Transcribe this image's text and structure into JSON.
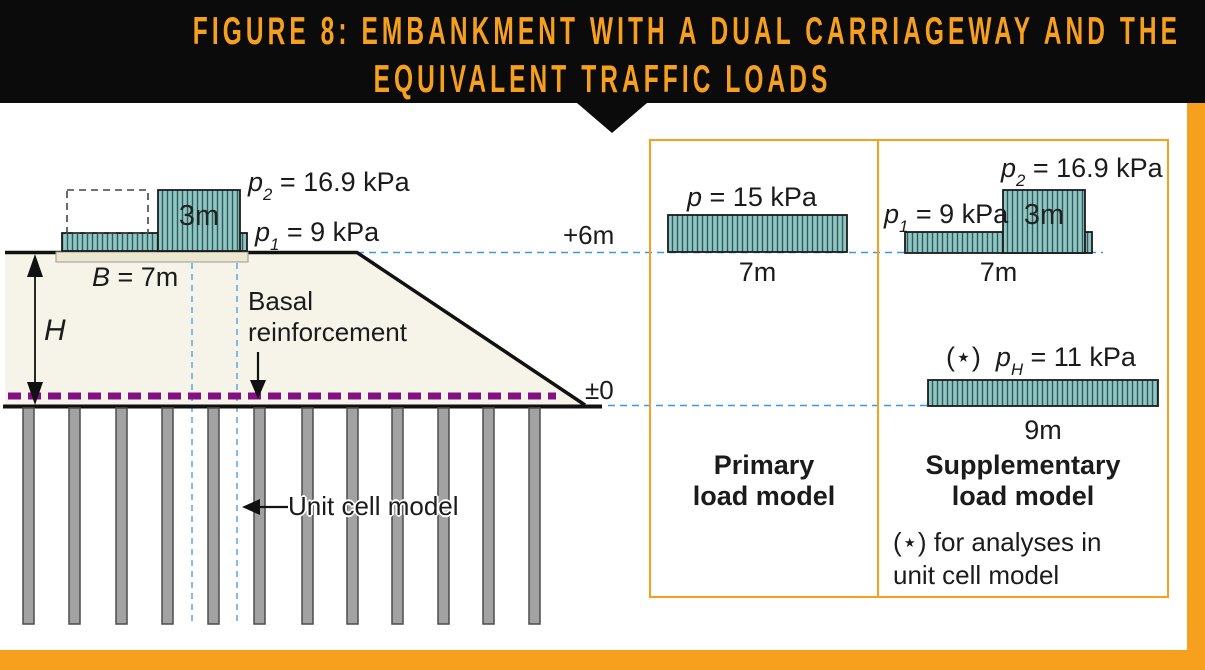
{
  "header": {
    "line1": "FIGURE 8: EMBANKMENT WITH A DUAL CARRIAGEWAY AND THE",
    "line2": "EQUIVALENT TRAFFIC LOADS"
  },
  "colors": {
    "accent_orange": "#F6A01E",
    "banner_black": "#0B0B0B",
    "load_teal_fill": "#8FC7C3",
    "load_teal_hatch": "#33585A",
    "embankment_fill": "#F6F4E8",
    "pavement_beige": "#EAE6CF",
    "basal_purple": "#841184",
    "level_line_blue": "#3E97E2",
    "unit_cell_blue": "#63ACE9",
    "pile_gray": "#A2A2A2"
  },
  "embankment": {
    "p2_label": {
      "sym": "p",
      "sub": "2",
      "rest": " = 16.9 kPa"
    },
    "p1_label": {
      "sym": "p",
      "sub": "1",
      "rest": " = 9 kPa"
    },
    "block_height_label": "3m",
    "width_label": {
      "sym": "B",
      "rest": " = 7m"
    },
    "height_label": "H",
    "basal_label_line1": "Basal",
    "basal_label_line2": "reinforcement",
    "level_top_label": "+6m",
    "level_base_label": "±0",
    "unit_cell_label": "Unit cell model"
  },
  "primary_model": {
    "load_label": {
      "sym": "p",
      "rest": " = 15 kPa"
    },
    "width_label": "7m",
    "title_line1": "Primary",
    "title_line2": "load model"
  },
  "supplementary_model": {
    "p2_label": {
      "sym": "p",
      "sub": "2",
      "rest": " = 16.9 kPa"
    },
    "p1_label": {
      "sym": "p",
      "sub": "1",
      "rest": " = 9 kPa"
    },
    "block_height_label": "3m",
    "width_label": "7m",
    "ph_label": {
      "star": "(⋆)",
      "sym": "p",
      "sub": "H",
      "rest": " = 11 kPa"
    },
    "ph_width_label": "9m",
    "title_line1": "Supplementary",
    "title_line2": "load model",
    "footnote_line1": "(⋆) for analyses in",
    "footnote_line2": "unit cell model"
  }
}
